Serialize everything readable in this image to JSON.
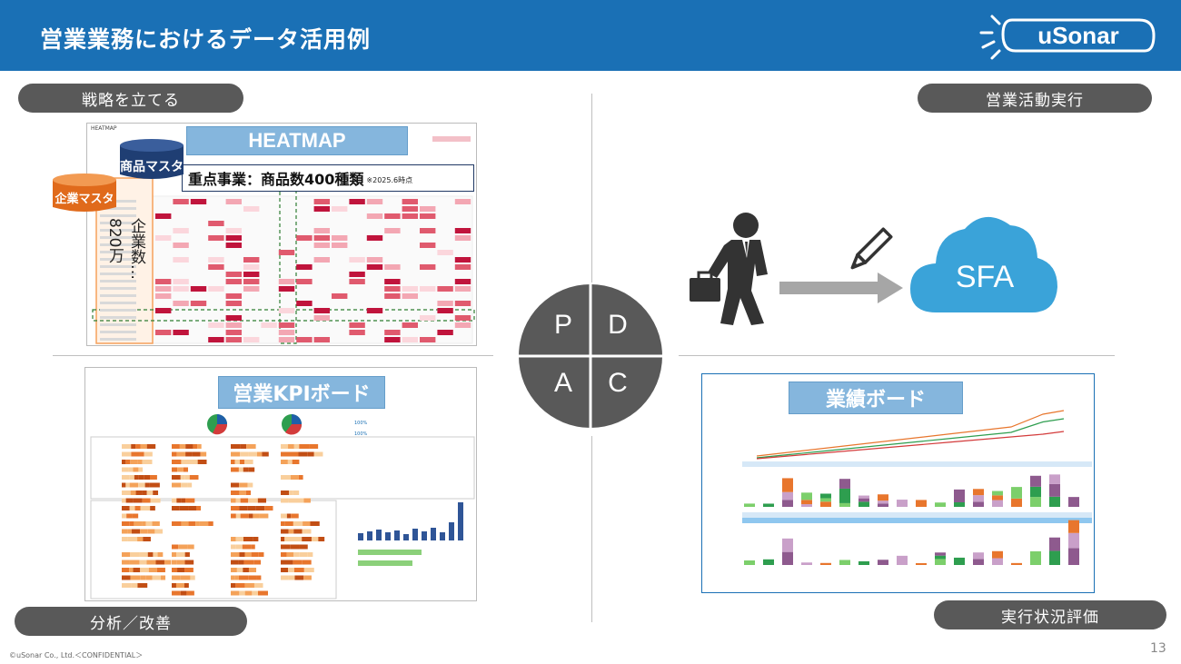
{
  "header": {
    "title": "営業業務におけるデータ活用例",
    "logo_text": "uSonar"
  },
  "quadrants": {
    "strategy": "戦略を立てる",
    "execution": "営業活動実行",
    "analysis": "分析／改善",
    "evaluation": "実行状況評価"
  },
  "heatmap": {
    "screen_title": "HEATMAP",
    "label": "HEATMAP",
    "product_master": "商品マスタ",
    "company_master": "企業マスタ",
    "focus_text": "重点事業：商品数400種類",
    "focus_note": "※2025.6時点",
    "company_count": "企業数…820万"
  },
  "kpi": {
    "label": "営業KPIボード",
    "percent_1": "100%",
    "percent_2": "100%"
  },
  "sfa": {
    "label": "SFA"
  },
  "results": {
    "label": "業績ボード"
  },
  "pdca": {
    "p": "P",
    "d": "D",
    "a": "A",
    "c": "C"
  },
  "footer": {
    "copyright": "©uSonar Co., Ltd.＜CONFIDENTIAL＞",
    "page": "13"
  },
  "colors": {
    "header_blue": "#1a70b5",
    "pill_gray": "#595959",
    "pdca_gray": "#595959",
    "sfa_blue": "#3aa3d9",
    "heat_red": "#c0143c"
  },
  "icons": [
    "businessman-icon",
    "pencil-icon",
    "arrow-right-icon",
    "cloud-icon",
    "database-icon"
  ]
}
